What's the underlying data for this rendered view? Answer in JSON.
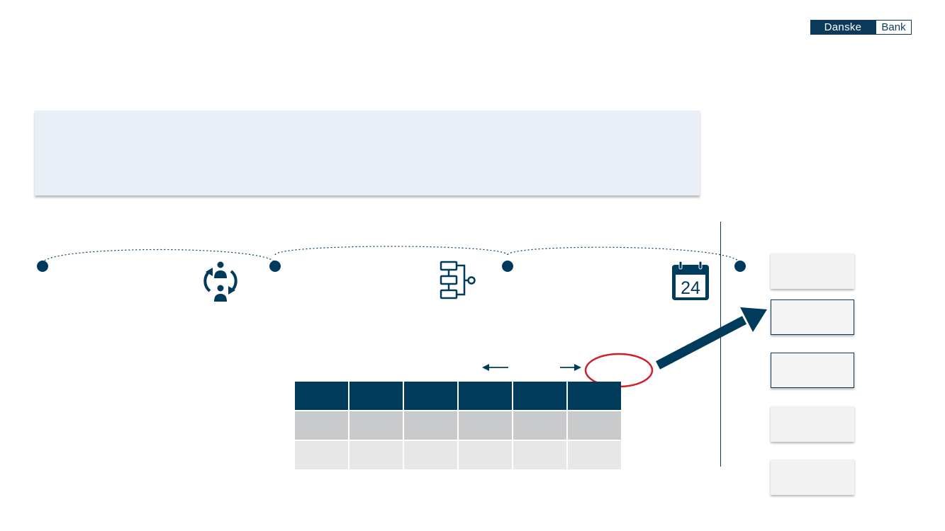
{
  "logo": {
    "left_word": "Danske",
    "right_word": "Bank"
  },
  "calendar_day": "24",
  "colors": {
    "brand_navy": "#003b5c",
    "banner_bg": "#e8eff7",
    "highlight_red": "#d0202a",
    "row_gray": "#c9cacb",
    "row_light": "#e7e7e8"
  },
  "icons": {
    "stage1": "people-cycle-icon",
    "stage2": "process-flow-icon",
    "stage3": "calendar-24-icon"
  },
  "table": {
    "columns": 6,
    "body_rows": 2
  }
}
